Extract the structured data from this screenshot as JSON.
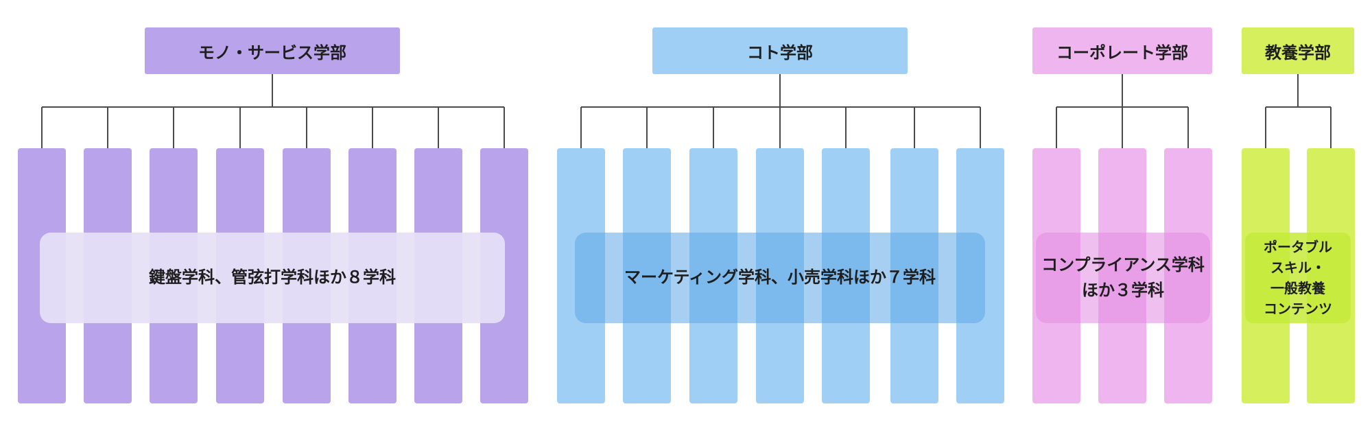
{
  "faculties": [
    {
      "name": "モノ・サービス学部",
      "color": "#b9a3ea",
      "label_fill": "rgba(230,224,246,0.93)",
      "label_text": "鍵盤学科、管弦打学科ほか８学科",
      "department_count": 8
    },
    {
      "name": "コト学部",
      "color": "#9fcff4",
      "label_fill": "rgba(94,167,232,0.55)",
      "label_text": "マーケティング学科、小売学科ほか７学科",
      "department_count": 7
    },
    {
      "name": "コーポレート学部",
      "color": "#efb5ef",
      "label_fill": "rgba(226,140,226,0.55)",
      "label_text": "コンプライアンス学科\nほか３学科",
      "department_count": 3
    },
    {
      "name": "教養学部",
      "color": "#d6ef5c",
      "label_fill": "rgba(197,234,58,0.85)",
      "label_text": "ポータブル\nスキル・\n一般教養\nコンテンツ",
      "department_count": 2
    }
  ],
  "connector_color": "#4a4a4a"
}
